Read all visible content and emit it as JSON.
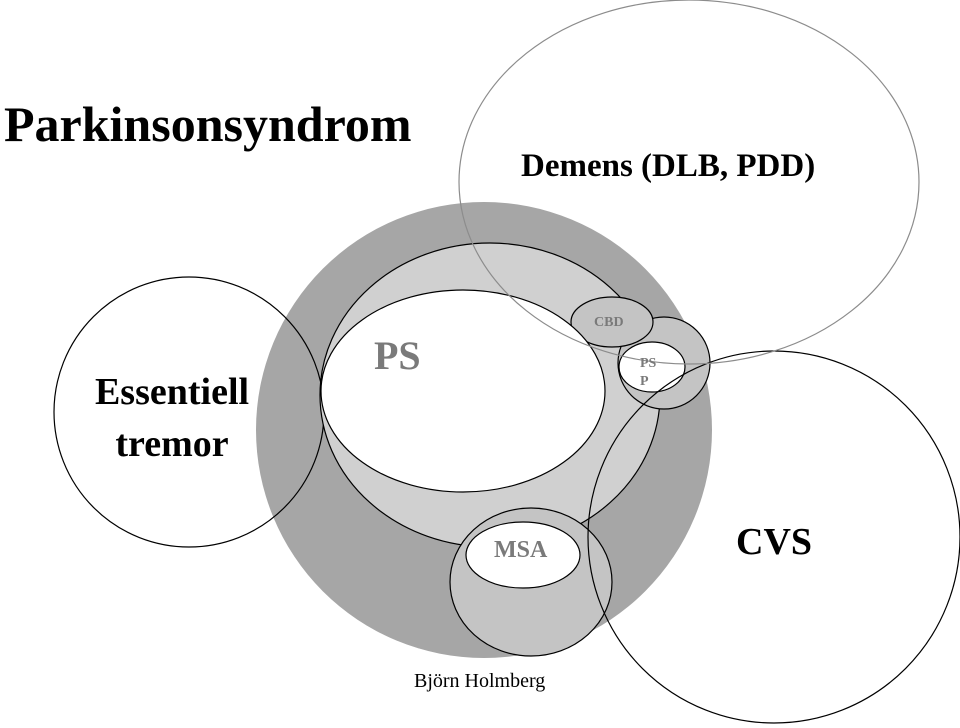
{
  "diagram": {
    "title": "Parkinsonsyndrom",
    "dementia_label": "Demens (DLB, PDD)",
    "essential_tremor_label": [
      "Essentiell",
      "tremor"
    ],
    "ps_label": "PS",
    "cbd_label": "CBD",
    "psp_label": [
      "PS",
      "P"
    ],
    "msa_label": "MSA",
    "cvs_label": "CVS",
    "author": "Björn Holmberg",
    "colors": {
      "outer_fill": "#a6a6a6",
      "inner_fill": "#d0d0d0",
      "white_fill": "#ffffff",
      "outline": "#000000",
      "dementia_outline": "#8c8c8c",
      "grey_text": "#7a7a7a"
    }
  }
}
